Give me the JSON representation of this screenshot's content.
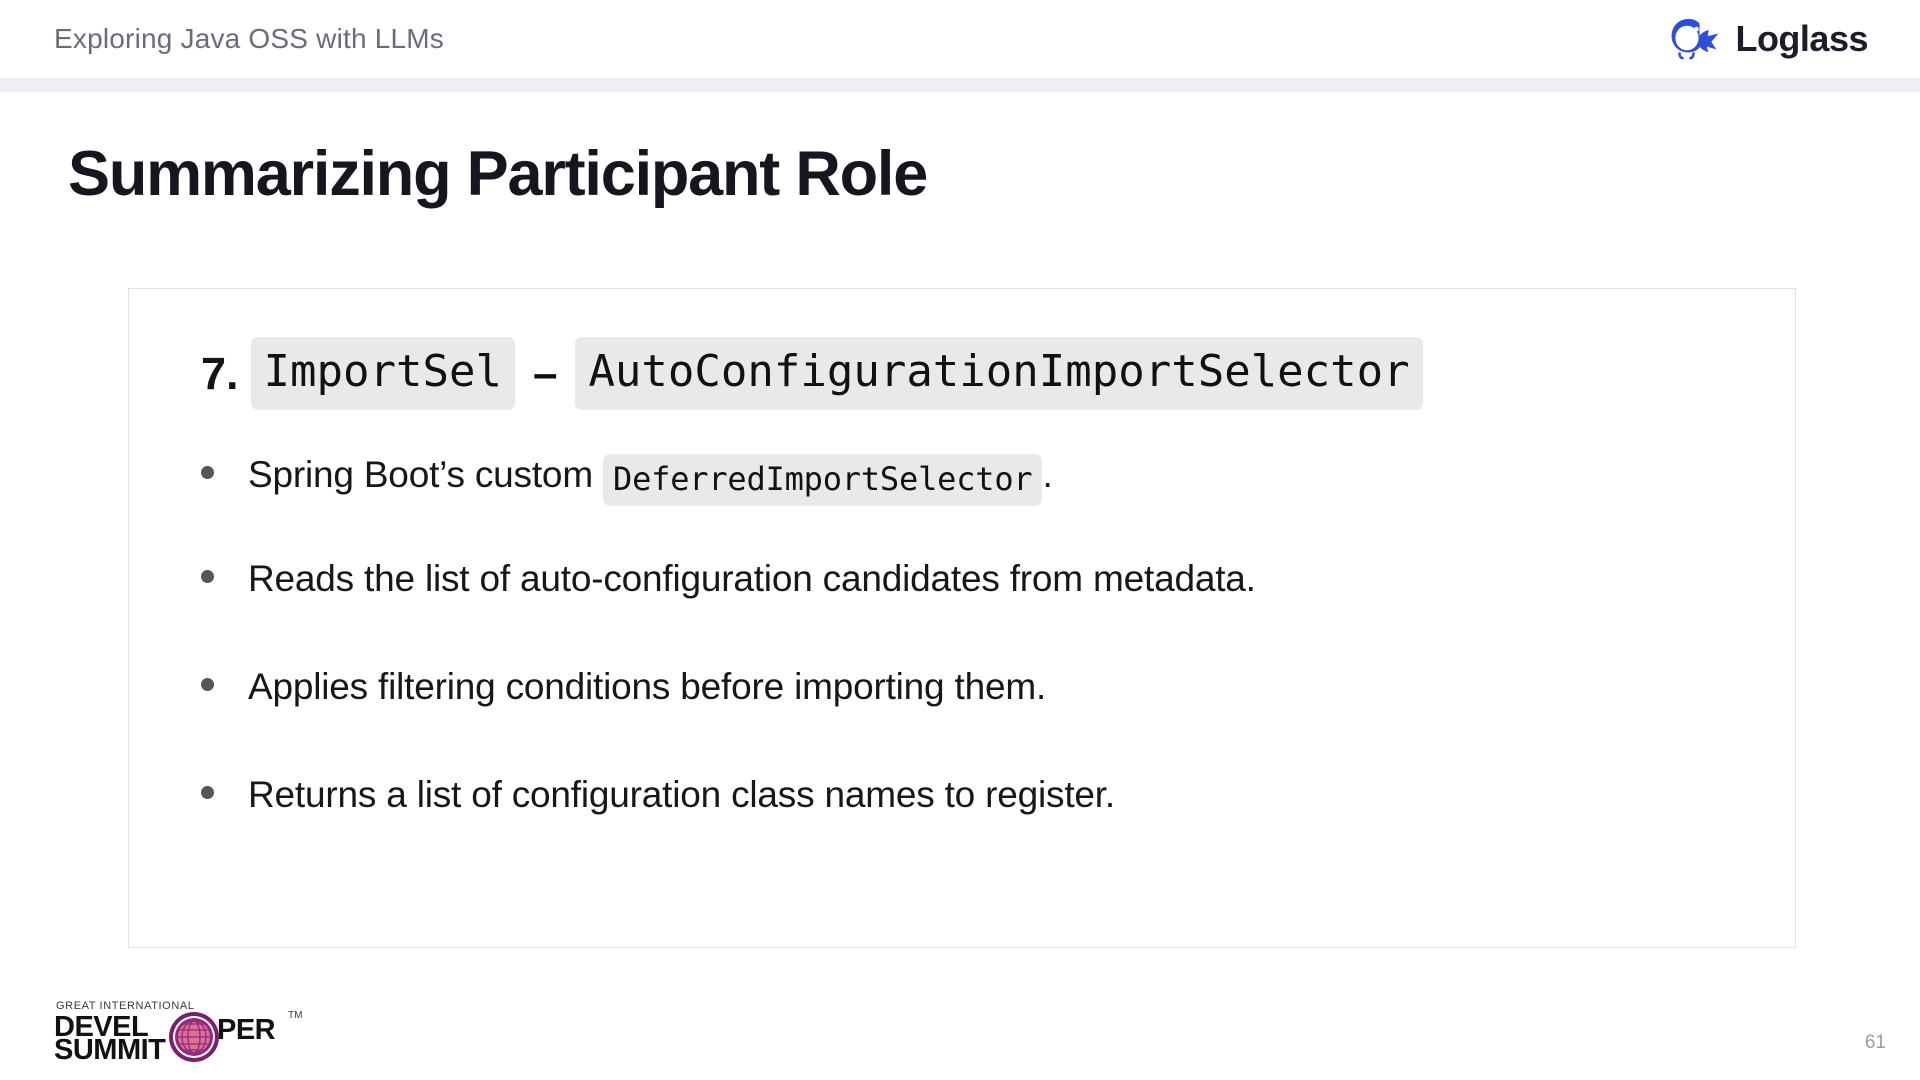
{
  "header": {
    "title": "Exploring Java OSS with LLMs",
    "logo": {
      "name": "loglass-logo",
      "wordmark": "Loglass",
      "icon": "whale-icon",
      "color": "#2f4ed8"
    }
  },
  "slide": {
    "title": "Summarizing Participant Role",
    "page_number": "61"
  },
  "card": {
    "border_color": "#d7e5f0",
    "heading": {
      "number": "7.",
      "code_left": "ImportSel",
      "dash": "–",
      "code_right": "AutoConfigurationImportSelector"
    },
    "bullets": [
      {
        "text_before": "Spring Boot’s custom ",
        "code": "DeferredImportSelector",
        "text_after": "."
      },
      {
        "text_before": "Reads the list of auto-configuration candidates from metadata.",
        "code": "",
        "text_after": ""
      },
      {
        "text_before": "Applies filtering conditions before importing them.",
        "code": "",
        "text_after": ""
      },
      {
        "text_before": "Returns a list of configuration class names to register.",
        "code": "",
        "text_after": ""
      }
    ]
  },
  "footer": {
    "event_logo": {
      "name": "great-international-developer-summit-logo",
      "tagline": "GREAT INTERNATIONAL",
      "line1_a": "DEVEL",
      "line1_b": "PER",
      "line2": "SUMMIT",
      "trademark": "TM",
      "globe_color": "#7b1f6e",
      "globe_inner_color": "#e0708f"
    }
  },
  "colors": {
    "header_band": "#eeeef3",
    "chip_background": "#e9e9e9",
    "title_text": "#16161f",
    "header_text": "#6b6b7b"
  }
}
